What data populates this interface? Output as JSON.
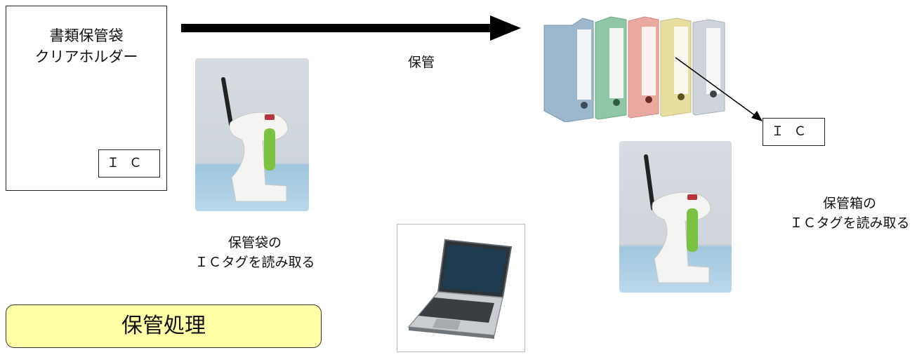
{
  "document_holder": {
    "title_line1": "書類保管袋",
    "title_line2": "クリアホルダー",
    "ic_tag": "ＩＣ"
  },
  "arrow_label": "保管",
  "file_box": {
    "ic_tag": "ＩＣ"
  },
  "reader_left": {
    "caption_line1": "保管袋の",
    "caption_line2": "ＩＣタグを読み取る"
  },
  "reader_right": {
    "caption_line1": "保管箱の",
    "caption_line2": "ＩＣタグを読み取る"
  },
  "process_button": "保管処理",
  "colors": {
    "button_fill": "#ffffa6",
    "file_blue": "#9db8cc",
    "file_green": "#8fc7a6",
    "file_pink": "#e9a9a0",
    "file_yellow": "#e8dea0",
    "file_gray": "#cfd4da",
    "reader_accent": "#7cc242"
  }
}
